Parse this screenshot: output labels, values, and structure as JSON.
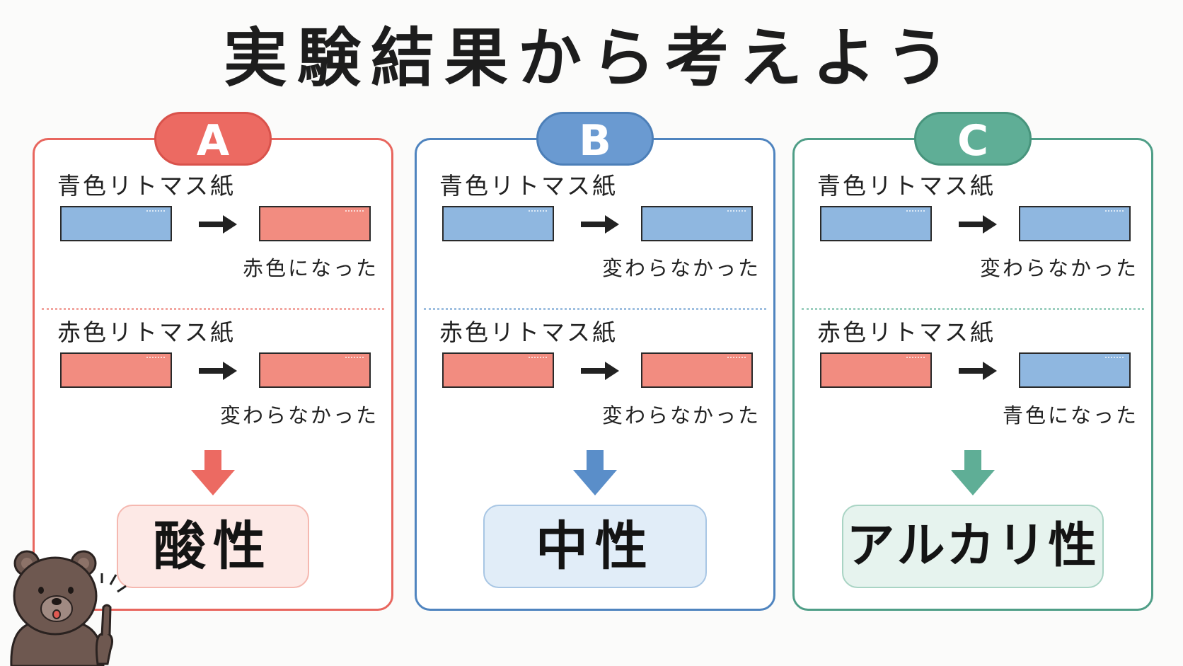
{
  "title": "実験結果から考えよう",
  "labels": {
    "blue_paper": "青色リトマス紙",
    "red_paper": "赤色リトマス紙"
  },
  "colors": {
    "acid": "#ec6a62",
    "neutral": "#6a9ad1",
    "alkaline": "#5fae96",
    "blue_paper": "#8fb7e0",
    "red_paper": "#f28c80"
  },
  "cards": [
    {
      "letter": "A",
      "blue_test": {
        "before": "blue",
        "after": "red",
        "result": "赤色になった"
      },
      "red_test": {
        "before": "red",
        "after": "red",
        "result": "変わらなかった"
      },
      "conclusion": "酸性"
    },
    {
      "letter": "B",
      "blue_test": {
        "before": "blue",
        "after": "blue",
        "result": "変わらなかった"
      },
      "red_test": {
        "before": "red",
        "after": "red",
        "result": "変わらなかった"
      },
      "conclusion": "中性"
    },
    {
      "letter": "C",
      "blue_test": {
        "before": "blue",
        "after": "blue",
        "result": "変わらなかった"
      },
      "red_test": {
        "before": "red",
        "after": "blue",
        "result": "青色になった"
      },
      "conclusion": "アルカリ性"
    }
  ]
}
